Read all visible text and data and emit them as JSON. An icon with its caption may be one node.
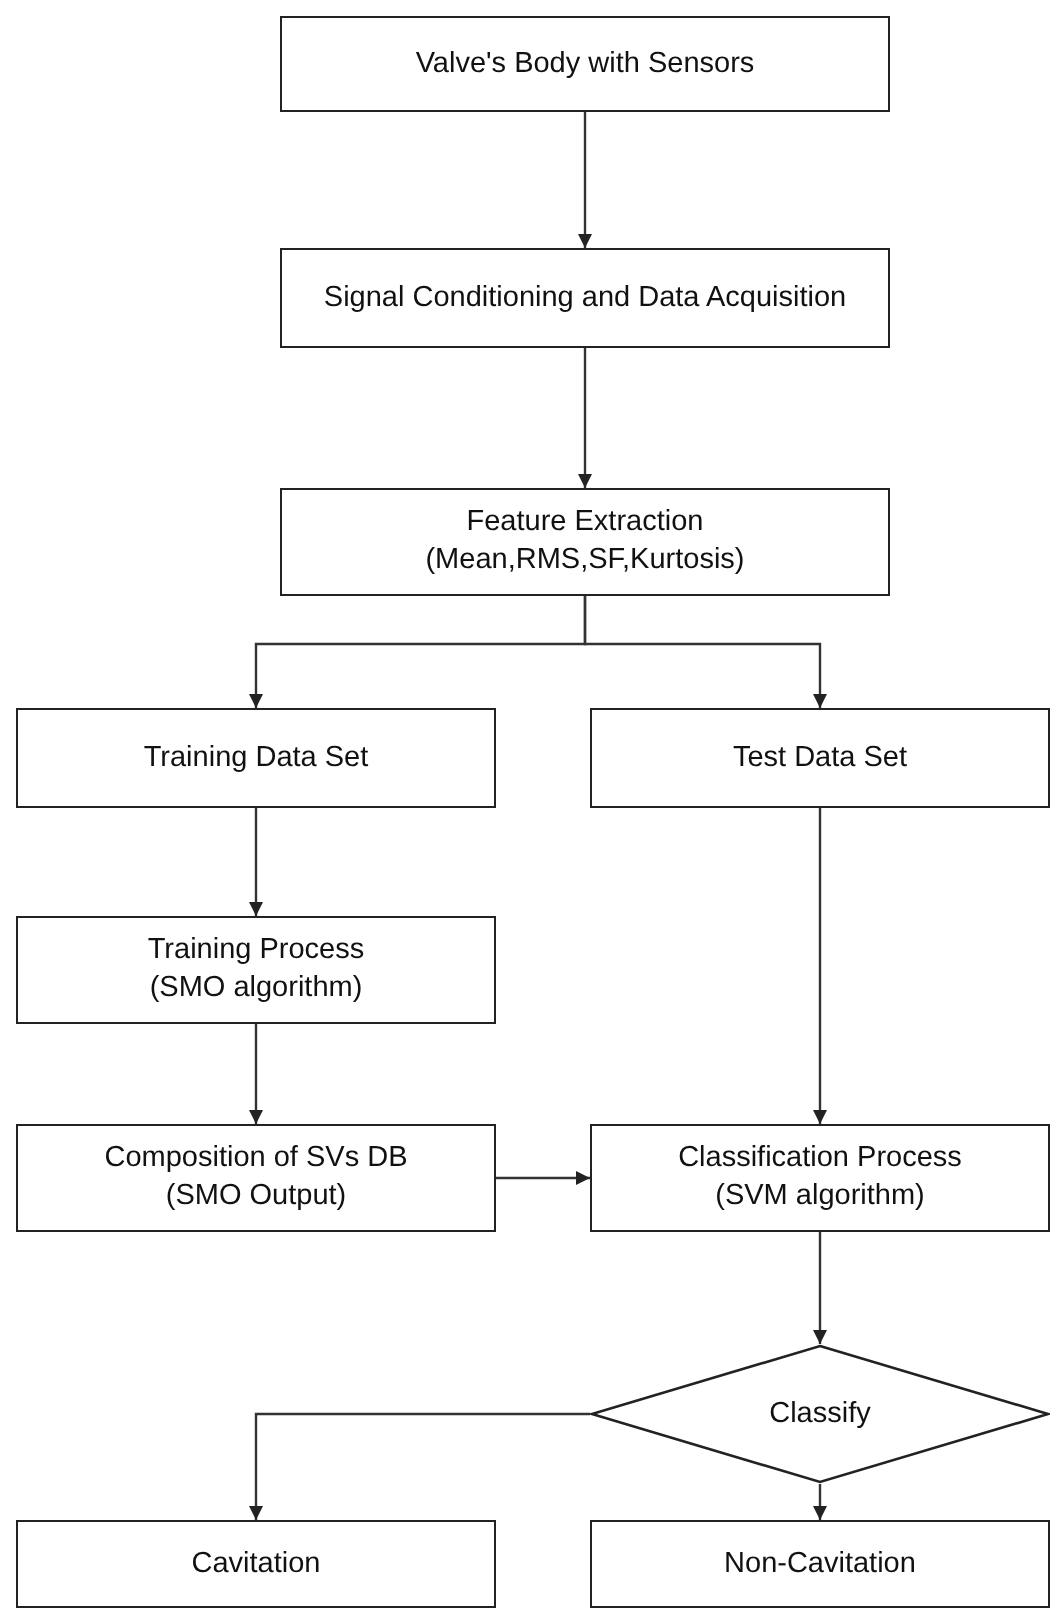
{
  "diagram": {
    "nodes": [
      {
        "text": [
          "Valve's Body with Sensors"
        ]
      },
      {
        "text": [
          "Signal Conditioning and Data Acquisition"
        ]
      },
      {
        "text": [
          "Feature Extraction",
          "(Mean,RMS,SF,Kurtosis)"
        ]
      },
      {
        "text": [
          "Training Data Set"
        ]
      },
      {
        "text": [
          "Test Data Set"
        ]
      },
      {
        "text": [
          "Training Process",
          "(SMO algorithm)"
        ]
      },
      {
        "text": [
          "Composition of SVs DB",
          "(SMO Output)"
        ]
      },
      {
        "text": [
          "Classification Process",
          "(SVM algorithm)"
        ]
      },
      {
        "text": [
          "Classify"
        ]
      },
      {
        "text": [
          "Cavitation"
        ]
      },
      {
        "text": [
          "Non-Cavitation"
        ]
      }
    ],
    "edges": [
      {
        "from": 0,
        "to": 1,
        "arrow": "to"
      },
      {
        "from": 1,
        "to": 2,
        "arrow": "to"
      },
      {
        "from": 2,
        "to": 3,
        "arrow": "to"
      },
      {
        "from": 2,
        "to": 4,
        "arrow": "to"
      },
      {
        "from": 3,
        "to": 5,
        "arrow": "to"
      },
      {
        "from": 5,
        "to": 6,
        "arrow": "to"
      },
      {
        "from": 6,
        "to": 7,
        "arrow": "to"
      },
      {
        "from": 4,
        "to": 7,
        "arrow": "to"
      },
      {
        "from": 7,
        "to": 8,
        "arrow": "to"
      },
      {
        "from": 8,
        "to": 9,
        "arrow": "to"
      },
      {
        "from": 8,
        "to": 10,
        "arrow": "to"
      }
    ]
  }
}
